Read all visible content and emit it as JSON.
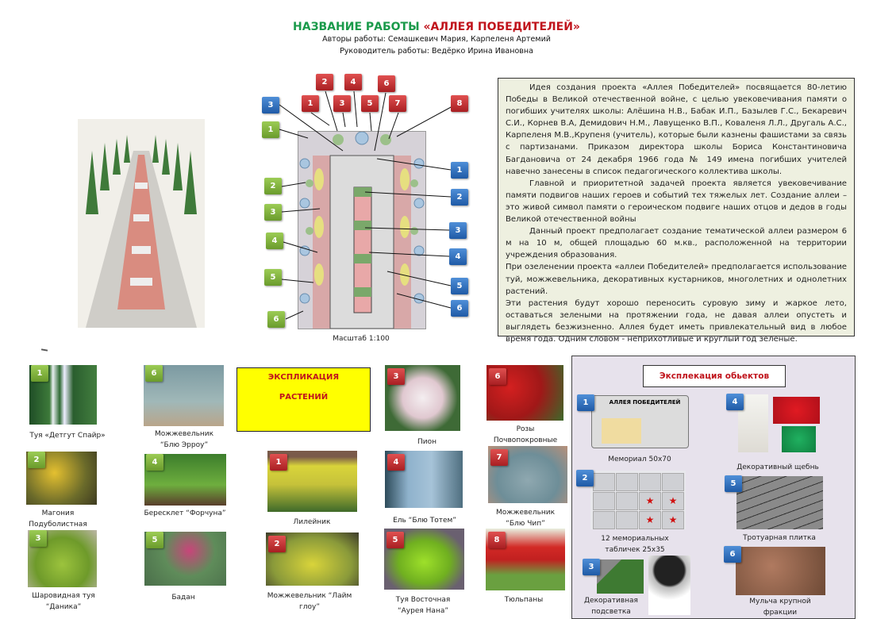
{
  "header": {
    "title_prefix": "НАЗВАНИЕ РАБОТЫ ",
    "title_name": "«АЛЛЕЯ ПОБЕДИТЕЛЕЙ»",
    "authors": "Авторы работы: Семашкевич Мария, Карпеленя Артемий",
    "supervisor": "Руководитель работы: Ведёрко Ирина Ивановна"
  },
  "description": [
    "Идея создания проекта «Аллея Победителей» посвящается 80-летию Победы в Великой отечественной войне, с целью увековечивания памяти о погибших учителях школы: Алёшина Н.В., Бабак И.П., Базылев Г.С., Бекаревич С.И., Корнев В.А, Демидович Н.М., Лавущенко В.П., Коваленя Л.Л., Другаль А.С., Карпеленя М.В.,Крупеня (учитель), которые были казнены фашистами за связь с партизанами. Приказом директора школы Бориса Константиновича Багдановича от 24 декабря 1966 года № 149 имена погибших учителей навечно занесены в список педагогического коллектива школы.",
    "Главной и приоритетной задачей проекта является увековечивание памяти подвигов наших героев и событий тех тяжелых лет. Создание аллеи – это живой символ памяти о героическом подвиге наших отцов и дедов в годы Великой отечественной войны",
    "Данный проект предполагает создание тематической аллеи размером 6 м на 10 м, общей площадью 60 м.кв., расположенной на территории учреждения образования.",
    "При озеленении проекта «аллеи Победителей» предполагается использование туй, можжевельника, декоративных кустарников, многолетних и однолетних растений.",
    "Эти растения будут хорошо переносить суровую зиму и жаркое лето, оставаться зелеными на протяжении года, не давая аллеи опустеть и выглядеть безжизненно. Аллея будет иметь привлекательный вид в любое время года. Одним словом - неприхотливые и круглый год зеленые."
  ],
  "plan": {
    "scale": "Масштаб 1:100",
    "red_markers": [
      "1",
      "2",
      "3",
      "4",
      "5",
      "6",
      "7",
      "8"
    ],
    "blue_markers": [
      "1",
      "2",
      "3",
      "4",
      "5",
      "6",
      "3"
    ],
    "green_markers": [
      "1",
      "2",
      "3",
      "4",
      "5",
      "6"
    ]
  },
  "plants_heading": {
    "line1": "ЭКСПЛИКАЦИЯ",
    "line2": "РАСТЕНИЙ"
  },
  "green_plants": [
    {
      "num": "1",
      "lines": [
        "Туя «Детгут Спайр»"
      ]
    },
    {
      "num": "6",
      "lines": [
        "Можжевельник",
        "“Блю Эрроу”"
      ]
    },
    {
      "num": "2",
      "lines": [
        "Магония",
        "Подуболистная"
      ]
    },
    {
      "num": "4",
      "lines": [
        "Бересклет “Форчуна”"
      ]
    },
    {
      "num": "3",
      "lines": [
        "Шаровидная туя",
        "“Даника”"
      ]
    },
    {
      "num": "5",
      "lines": [
        "Бадан"
      ]
    }
  ],
  "red_plants": [
    {
      "num": "1",
      "lines": [
        "Лилейник"
      ]
    },
    {
      "num": "2",
      "lines": [
        "Можжевельник “Лайм",
        "глоу”"
      ]
    },
    {
      "num": "3",
      "lines": [
        "Пион"
      ]
    },
    {
      "num": "4",
      "lines": [
        "Ель “Блю Тотем”"
      ]
    },
    {
      "num": "5",
      "lines": [
        "Туя Восточная",
        "“Аурея Нана”"
      ]
    },
    {
      "num": "6",
      "lines": [
        "Розы",
        "Почвопокровные"
      ]
    },
    {
      "num": "7",
      "lines": [
        "Можжевельник",
        "“Блю Чип”"
      ]
    },
    {
      "num": "8",
      "lines": [
        "Тюльпаны"
      ]
    }
  ],
  "objects": {
    "title": "Эксплекация обьектов",
    "memorial_sign": "АЛЛЕЯ ПОБЕДИТЕЛЕЙ",
    "items": [
      {
        "num": "1",
        "lines": [
          "Мемориал 50х70"
        ]
      },
      {
        "num": "2",
        "lines": [
          "12 мемориальных",
          "табличек 25х35"
        ]
      },
      {
        "num": "3",
        "lines": [
          "Декоративная",
          "подсветка"
        ]
      },
      {
        "num": "4",
        "lines": [
          "Декоративный щебнь"
        ]
      },
      {
        "num": "5",
        "lines": [
          "Тротуарная плитка"
        ]
      },
      {
        "num": "6",
        "lines": [
          "Мульча крупной",
          "фракции"
        ]
      }
    ]
  },
  "colors": {
    "green_title": "#1a9a4a",
    "red_title": "#c0141c",
    "badge_green": "#7cb342",
    "badge_red": "#c62828",
    "badge_blue": "#2e6db5",
    "highlight": "#ffff00"
  }
}
